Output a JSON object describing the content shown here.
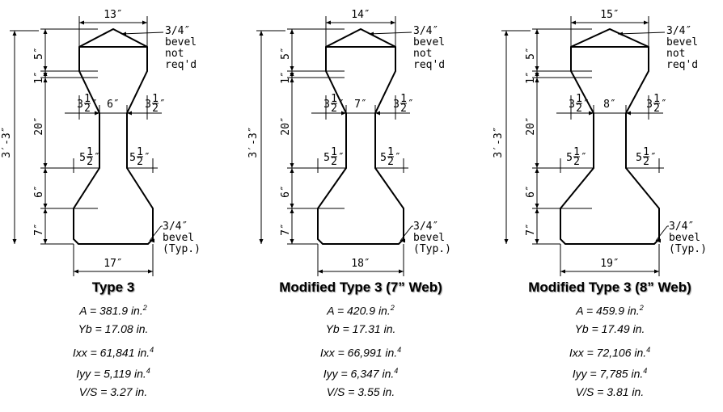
{
  "beams": [
    {
      "title": "Type 3",
      "drawing": {
        "top_width": "13″",
        "web_width": "6″",
        "bottom_width": "17″",
        "top_flange_depth": "5″",
        "top_haunch_depth": "1″",
        "web_depth": "20″",
        "bottom_haunch_depth": "6″",
        "bottom_flange_depth": "7″",
        "total_depth": "3′-3″",
        "top_side_offset_whole": "3",
        "bottom_side_offset_whole": "5",
        "frac_num": "1",
        "frac_den": "2",
        "top_bevel": [
          "3/4″",
          "bevel",
          "not",
          "req'd"
        ],
        "bottom_bevel": [
          "3/4″",
          "bevel",
          "(Typ.)"
        ]
      },
      "properties": [
        {
          "label": "A = 381.9 in.",
          "sup": "2"
        },
        {
          "label": "Yb = 17.08 in.",
          "sup": ""
        },
        {
          "label": "Ixx = 61,841 in.",
          "sup": "4"
        },
        {
          "label": "Iyy = 5,119 in.",
          "sup": "4"
        },
        {
          "label": "V/S = 3.27 in.",
          "sup": ""
        }
      ]
    },
    {
      "title": "Modified Type 3 (7” Web)",
      "drawing": {
        "top_width": "14″",
        "web_width": "7″",
        "bottom_width": "18″",
        "top_flange_depth": "5″",
        "top_haunch_depth": "1″",
        "web_depth": "20″",
        "bottom_haunch_depth": "6″",
        "bottom_flange_depth": "7″",
        "total_depth": "3′-3″",
        "top_side_offset_whole": "3",
        "bottom_side_offset_whole": "5",
        "frac_num": "1",
        "frac_den": "2",
        "top_bevel": [
          "3/4″",
          "bevel",
          "not",
          "req'd"
        ],
        "bottom_bevel": [
          "3/4″",
          "bevel",
          "(Typ.)"
        ]
      },
      "properties": [
        {
          "label": "A = 420.9 in.",
          "sup": "2"
        },
        {
          "label": "Yb = 17.31 in.",
          "sup": ""
        },
        {
          "label": "Ixx = 66,991 in.",
          "sup": "4"
        },
        {
          "label": "Iyy = 6,347 in.",
          "sup": "4"
        },
        {
          "label": "V/S = 3.55 in.",
          "sup": ""
        }
      ]
    },
    {
      "title": "Modified Type 3 (8” Web)",
      "drawing": {
        "top_width": "15″",
        "web_width": "8″",
        "bottom_width": "19″",
        "top_flange_depth": "5″",
        "top_haunch_depth": "1″",
        "web_depth": "20″",
        "bottom_haunch_depth": "6″",
        "bottom_flange_depth": "7″",
        "total_depth": "3′-3″",
        "top_side_offset_whole": "3",
        "bottom_side_offset_whole": "5",
        "frac_num": "1",
        "frac_den": "2",
        "top_bevel": [
          "3/4″",
          "bevel",
          "not",
          "req'd"
        ],
        "bottom_bevel": [
          "3/4″",
          "bevel",
          "(Typ.)"
        ]
      },
      "properties": [
        {
          "label": "A = 459.9 in.",
          "sup": "2"
        },
        {
          "label": "Yb = 17.49 in.",
          "sup": ""
        },
        {
          "label": "Ixx = 72,106 in.",
          "sup": "4"
        },
        {
          "label": "Iyy = 7,785 in.",
          "sup": "4"
        },
        {
          "label": "V/S = 3.81 in.",
          "sup": ""
        }
      ]
    }
  ]
}
